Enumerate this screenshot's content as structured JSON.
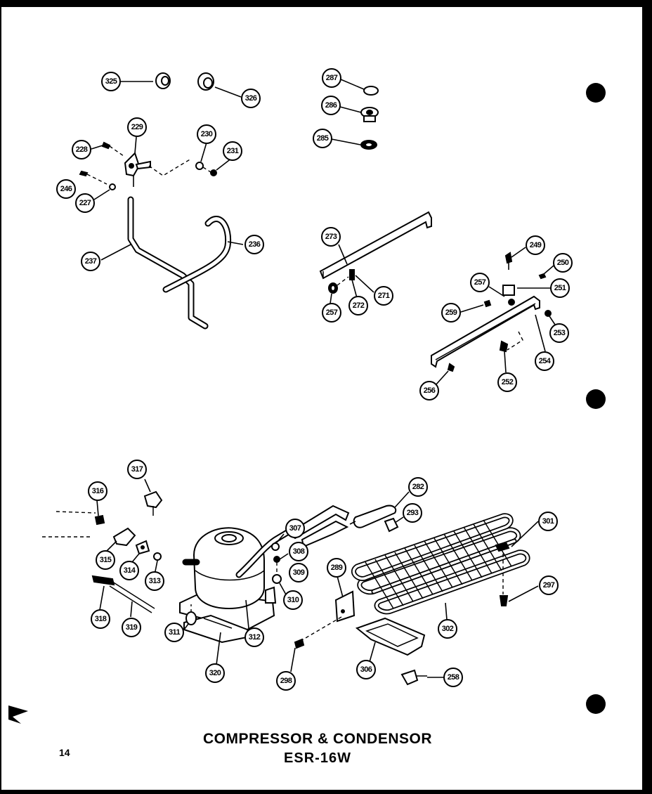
{
  "title": "COMPRESSOR & CONDENSOR",
  "model": "ESR-16W",
  "page_number": "14",
  "parts": {
    "p325": "325",
    "p326": "326",
    "p287": "287",
    "p286": "286",
    "p285": "285",
    "p229": "229",
    "p228": "228",
    "p230": "230",
    "p231": "231",
    "p246": "246",
    "p227": "227",
    "p237": "237",
    "p236": "236",
    "p273": "273",
    "p257a": "257",
    "p272": "272",
    "p271": "271",
    "p249": "249",
    "p250": "250",
    "p257b": "257",
    "p251": "251",
    "p259": "259",
    "p253": "253",
    "p254": "254",
    "p256": "256",
    "p252": "252",
    "p317": "317",
    "p316": "316",
    "p282": "282",
    "p293": "293",
    "p301": "301",
    "p307": "307",
    "p308": "308",
    "p309": "309",
    "p310": "310",
    "p315": "315",
    "p314": "314",
    "p313": "313",
    "p289": "289",
    "p297": "297",
    "p318": "318",
    "p319": "319",
    "p311": "311",
    "p312": "312",
    "p302": "302",
    "p320": "320",
    "p298": "298",
    "p306": "306",
    "p258": "258"
  }
}
